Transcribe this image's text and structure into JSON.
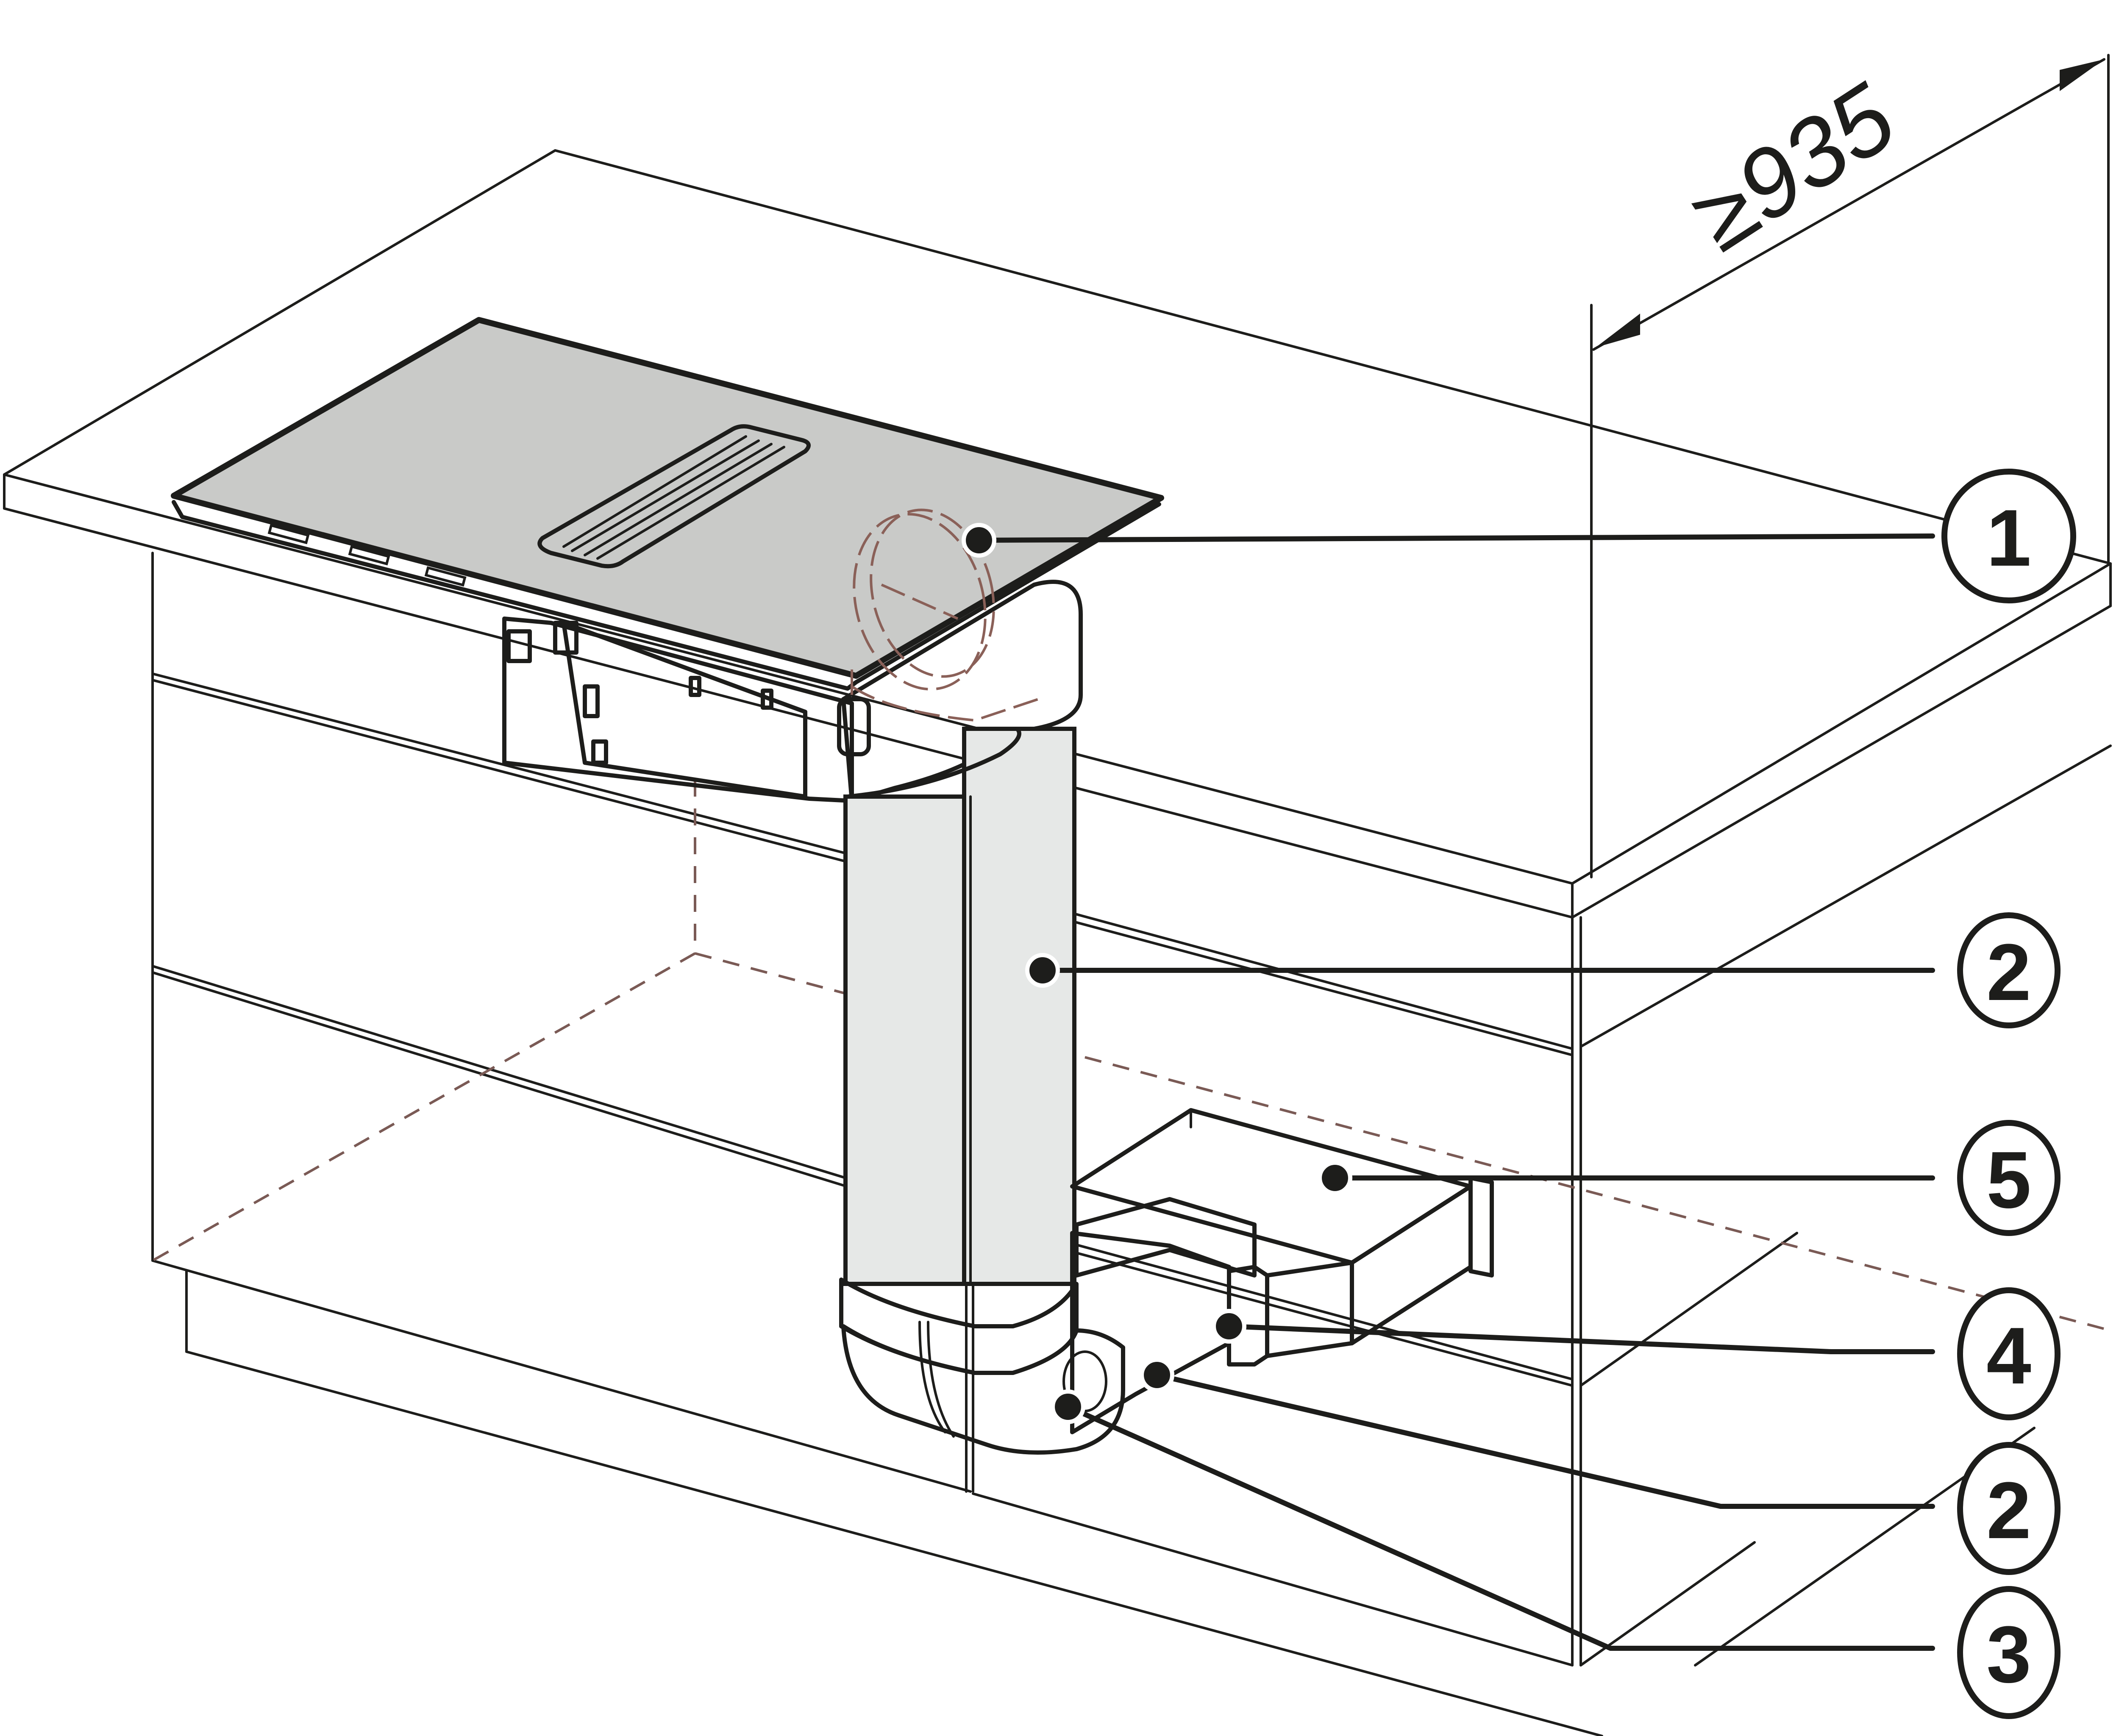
{
  "diagram": {
    "title": "Downdraft cooktop installation with ducting in kitchen island",
    "colors": {
      "line": "#1d1d1b",
      "glass": "#c9cac8",
      "duct_fill": "#e6e8e7",
      "duct_light": "#f3f4f3",
      "hidden_line": "#7a5a55",
      "background": "#ffffff"
    },
    "dimension": {
      "label": "≥935",
      "unit_implied": "mm"
    },
    "callouts": [
      {
        "number": "1",
        "target": "round duct connector (hidden, behind cooktop)"
      },
      {
        "number": "2",
        "target": "vertical flat duct"
      },
      {
        "number": "5",
        "target": "wall outlet / plinth duct box"
      },
      {
        "number": "4",
        "target": "duct adapter / connector"
      },
      {
        "number": "2",
        "target": "horizontal flat duct"
      },
      {
        "number": "3",
        "target": "90° elbow bend"
      }
    ]
  }
}
